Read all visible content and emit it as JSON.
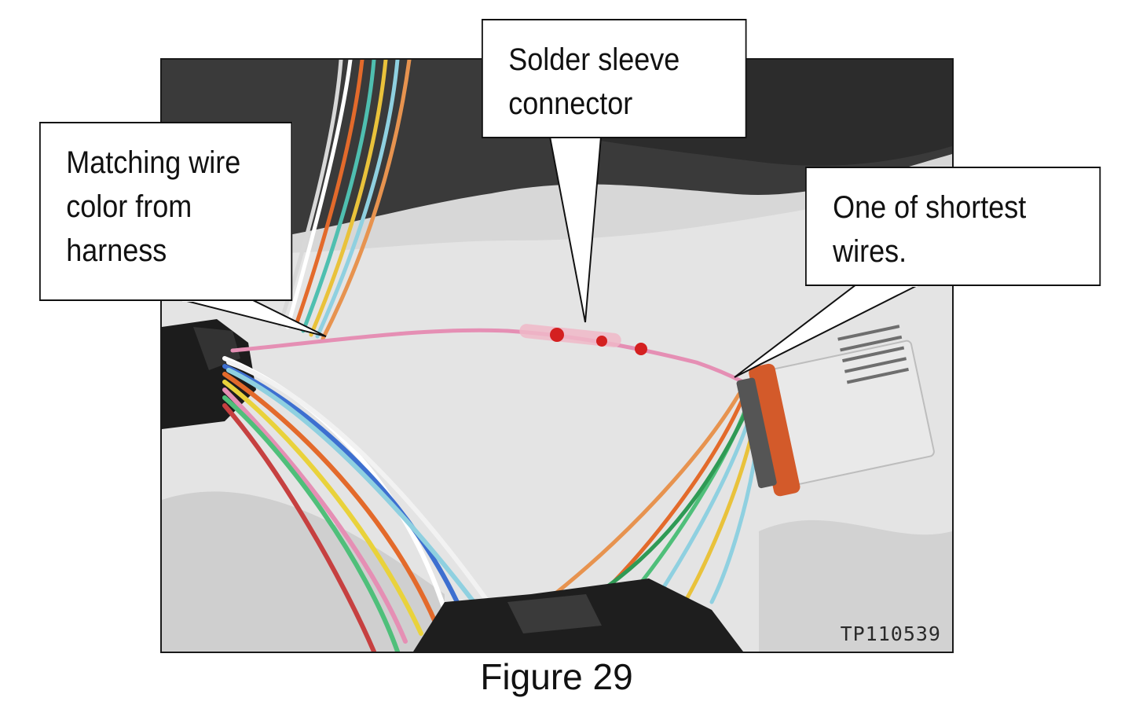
{
  "callouts": {
    "left": "Matching wire\ncolor from\nharness",
    "middle": "Solder sleeve\nconnector",
    "right": "One of shortest\nwires."
  },
  "photo": {
    "id_label": "TP110539"
  },
  "caption": "Figure 29",
  "colors": {
    "pink_wire": "#e58fb4",
    "solder_sleeve_band": "#d42020",
    "connector_seal": "#d35a2a",
    "connector_body": "#e9e9e9"
  }
}
